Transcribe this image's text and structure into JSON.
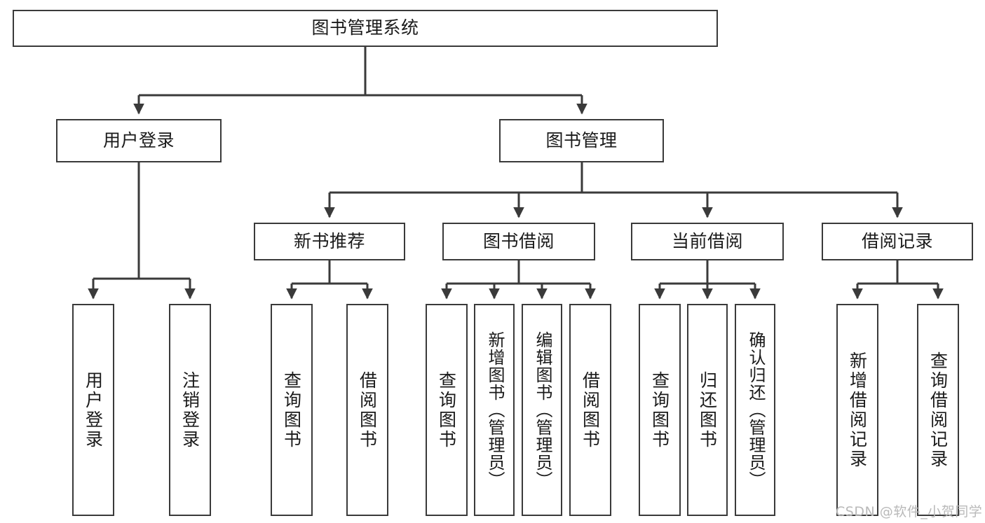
{
  "diagram": {
    "type": "hierarchy-tree",
    "title": "图书管理系统",
    "orientation": "top-down",
    "style": {
      "box_border_color": "#3a3a3a",
      "box_fill_color": "#ffffff",
      "text_color": "#1a1a1a",
      "edge_color": "#3a3a3a",
      "background": "#ffffff"
    }
  },
  "nodes": {
    "root": {
      "label": "图书管理系统",
      "level": 1
    },
    "level2": [
      {
        "id": "user-login",
        "label": "用户登录"
      },
      {
        "id": "book-management",
        "label": "图书管理"
      }
    ],
    "level3": [
      {
        "id": "new-book-recommend",
        "label": "新书推荐"
      },
      {
        "id": "book-borrow",
        "label": "图书借阅"
      },
      {
        "id": "current-borrow",
        "label": "当前借阅"
      },
      {
        "id": "borrow-record",
        "label": "借阅记录"
      }
    ],
    "leaves": [
      {
        "id": "leaf-user-login",
        "label": "用户登录",
        "parent": "user-login"
      },
      {
        "id": "leaf-logout-login",
        "label": "注销登录",
        "parent": "user-login"
      },
      {
        "id": "leaf-query-book-1",
        "label": "查询图书",
        "parent": "new-book-recommend"
      },
      {
        "id": "leaf-borrow-book-1",
        "label": "借阅图书",
        "parent": "new-book-recommend"
      },
      {
        "id": "leaf-query-book-2",
        "label": "查询图书",
        "parent": "book-borrow"
      },
      {
        "id": "leaf-add-book",
        "label": "新增图书（管理员）",
        "parent": "book-borrow"
      },
      {
        "id": "leaf-edit-book",
        "label": "编辑图书（管理员）",
        "parent": "book-borrow"
      },
      {
        "id": "leaf-borrow-book-2",
        "label": "借阅图书",
        "parent": "book-borrow"
      },
      {
        "id": "leaf-query-book-3",
        "label": "查询图书",
        "parent": "current-borrow"
      },
      {
        "id": "leaf-return-book",
        "label": "归还图书",
        "parent": "current-borrow"
      },
      {
        "id": "leaf-confirm-return",
        "label": "确认归还（管理员）",
        "parent": "current-borrow"
      },
      {
        "id": "leaf-add-record",
        "label": "新增借阅记录",
        "parent": "borrow-record"
      },
      {
        "id": "leaf-query-record",
        "label": "查询借阅记录",
        "parent": "borrow-record"
      }
    ]
  },
  "watermark": {
    "text": "CSDN @软件_小贺同学"
  }
}
